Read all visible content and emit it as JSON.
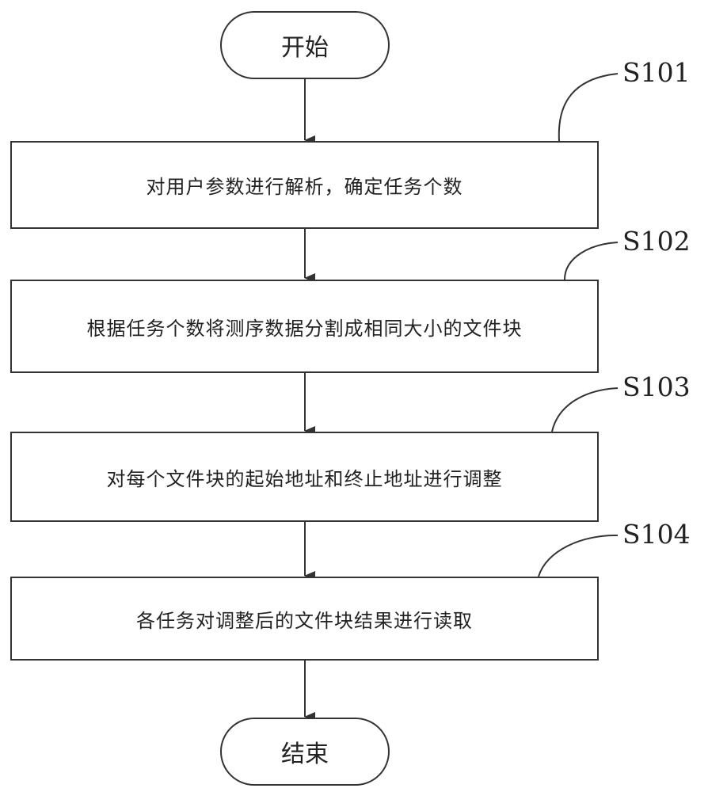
{
  "flowchart": {
    "start": {
      "label": "开始"
    },
    "end": {
      "label": "结束"
    },
    "steps": [
      {
        "id": "S101",
        "text": "对用户参数进行解析，确定任务个数"
      },
      {
        "id": "S102",
        "text": "根据任务个数将测序数据分割成相同大小的文件块"
      },
      {
        "id": "S103",
        "text": "对每个文件块的起始地址和终止地址进行调整"
      },
      {
        "id": "S104",
        "text": "各任务对调整后的文件块结果进行读取"
      }
    ]
  },
  "colors": {
    "stroke": "#333333",
    "background": "#ffffff",
    "text": "#222222"
  }
}
